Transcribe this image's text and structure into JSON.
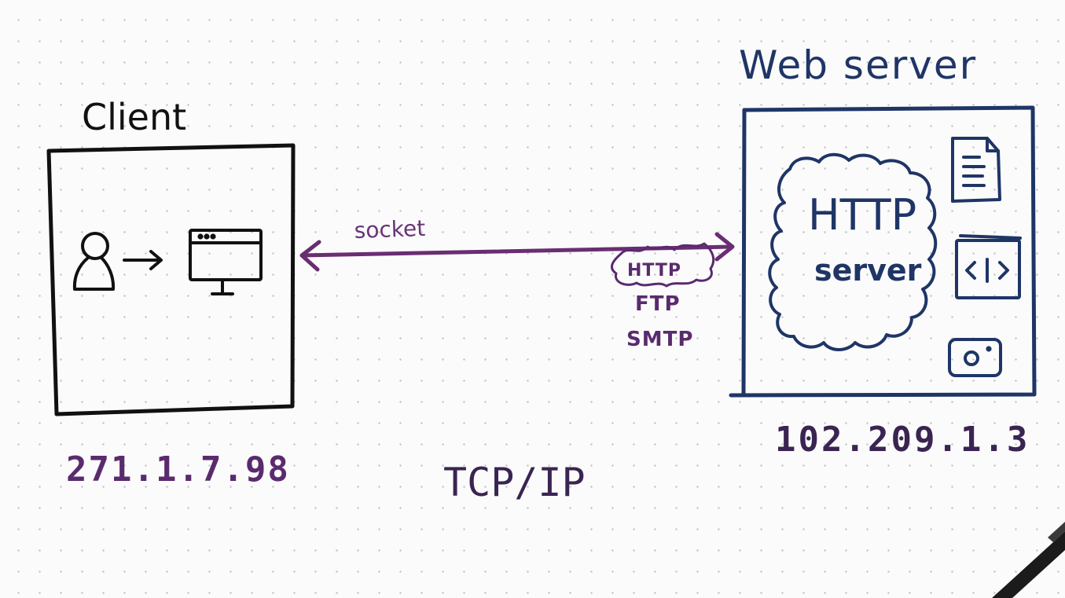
{
  "client": {
    "title": "Client",
    "ip": "271.1.7.98"
  },
  "server": {
    "title": "Web server",
    "ip": "102.209.1.3",
    "cloud_label_line1": "HTTP",
    "cloud_label_line2": "server"
  },
  "connection": {
    "label": "socket",
    "protocols": [
      "HTTP",
      "FTP",
      "SMTP"
    ]
  },
  "network": {
    "label": "TCP/IP"
  },
  "colors": {
    "client_ink": "#111111",
    "server_ink": "#1f3566",
    "purple_ink": "#5a2a6e",
    "background": "#fbfbfb"
  }
}
